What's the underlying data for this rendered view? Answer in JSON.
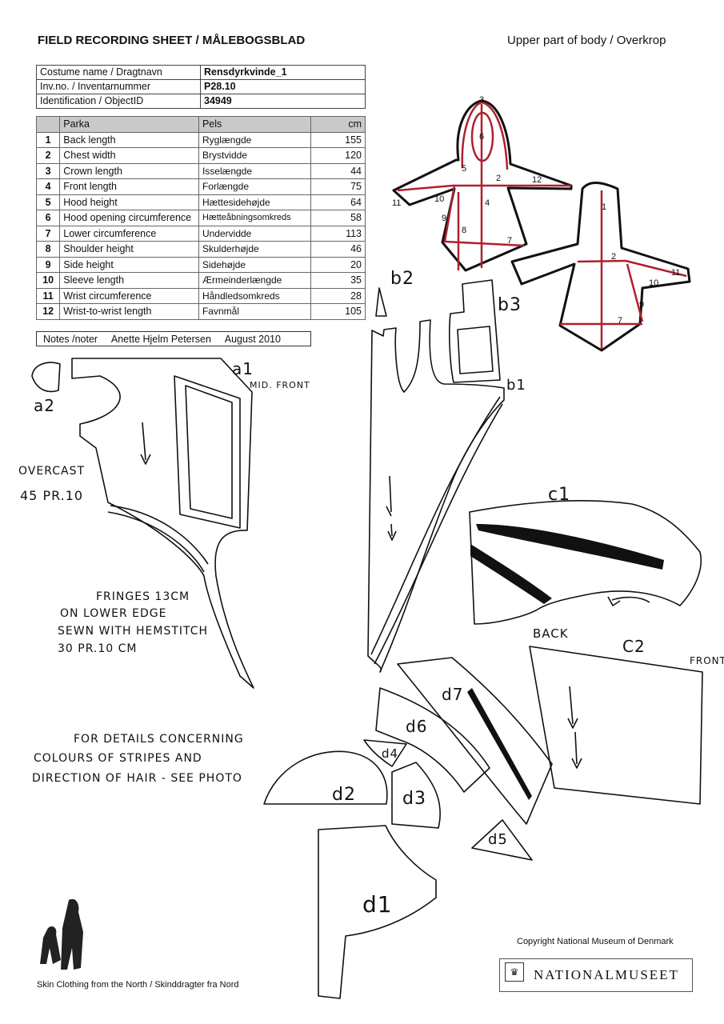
{
  "header": {
    "title": "FIELD RECORDING SHEET / MÅLEBOGSBLAD",
    "section": "Upper part of body / Overkrop"
  },
  "meta": [
    {
      "label": "Costume name / Dragtnavn",
      "value": "Rensdyrkvinde_1"
    },
    {
      "label": "Inv.no. / Inventarnummer",
      "value": "P28.10"
    },
    {
      "label": "Identification / ObjectID",
      "value": "34949"
    }
  ],
  "measurements": {
    "header": {
      "en": "Parka",
      "da": "Pels",
      "unit": "cm"
    },
    "rows": [
      {
        "no": "1",
        "en": "Back length",
        "da": "Ryglængde",
        "cm": "155"
      },
      {
        "no": "2",
        "en": "Chest width",
        "da": "Brystvidde",
        "cm": "120"
      },
      {
        "no": "3",
        "en": "Crown length",
        "da": "Isselængde",
        "cm": "44"
      },
      {
        "no": "4",
        "en": "Front length",
        "da": "Forlængde",
        "cm": "75"
      },
      {
        "no": "5",
        "en": "Hood height",
        "da": "Hættesidehøjde",
        "cm": "64"
      },
      {
        "no": "6",
        "en": "Hood opening circumference",
        "da": "Hætteåbningsomkreds",
        "cm": "58"
      },
      {
        "no": "7",
        "en": "Lower circumference",
        "da": "Undervidde",
        "cm": "113"
      },
      {
        "no": "8",
        "en": "Shoulder height",
        "da": "Skulderhøjde",
        "cm": "46"
      },
      {
        "no": "9",
        "en": "Side height",
        "da": "Sidehøjde",
        "cm": "20"
      },
      {
        "no": "10",
        "en": "Sleeve length",
        "da": "Ærmeinderlængde",
        "cm": "35"
      },
      {
        "no": "11",
        "en": "Wrist circumference",
        "da": "Håndledsomkreds",
        "cm": "28"
      },
      {
        "no": "12",
        "en": "Wrist-to-wrist length",
        "da": "Favnmål",
        "cm": "105"
      }
    ]
  },
  "notes": {
    "label": "Notes /noter",
    "author": "Anette Hjelm Petersen",
    "date": "August 2010"
  },
  "diagram_labels": {
    "front_numbers": [
      "3",
      "6",
      "5",
      "2",
      "12",
      "11",
      "10",
      "4",
      "9",
      "8",
      "7"
    ],
    "back_numbers": [
      "1",
      "2",
      "11",
      "10",
      "9",
      "7"
    ]
  },
  "handwritten": {
    "a1": "a1",
    "mid_front": "MID. FRONT",
    "a2": "a2",
    "overcast": "OVERCAST",
    "overcast_rate": "45 PR.10",
    "b2": "b2",
    "b3": "b3",
    "b1": "b1",
    "c1": "c1",
    "back": "BACK",
    "c2": "C2",
    "front": "FRONT",
    "fringes": [
      "FRINGES 13CM",
      "ON LOWER EDGE",
      "SEWN WITH HEMSTITCH",
      "30 PR.10 CM"
    ],
    "details": [
      "FOR DETAILS CONCERNING",
      "COLOURS OF STRIPES AND",
      "DIRECTION OF HAIR - SEE PHOTO"
    ],
    "d7": "d7",
    "d6": "d6",
    "d4": "d4",
    "d2": "d2",
    "d3": "d3",
    "d5": "d5",
    "d1": "d1"
  },
  "colors": {
    "diagram_red": "#b0202e",
    "outline": "#111111"
  },
  "footer": {
    "copyright": "Copyright National Museum of Denmark",
    "logo_text": "NATIONALMUSEET",
    "tagline": "Skin Clothing from the North / Skinddragter fra Nord"
  }
}
